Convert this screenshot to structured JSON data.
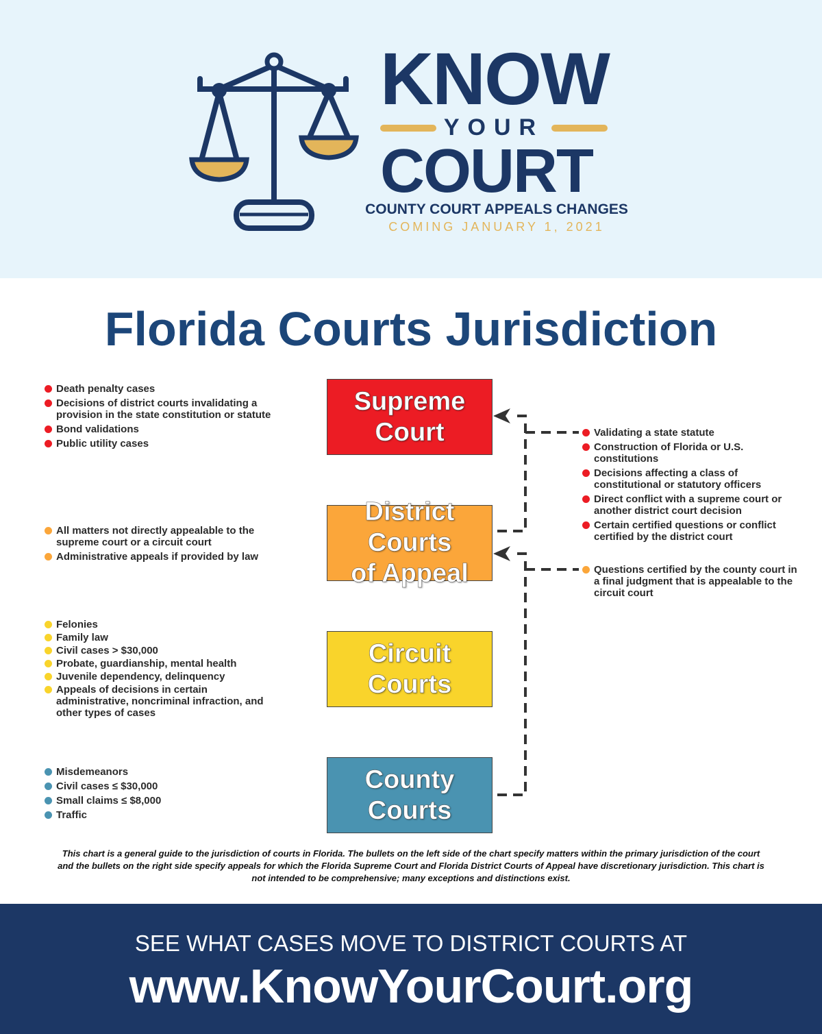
{
  "header": {
    "know": "KNOW",
    "your": "YOUR",
    "court": "COURT",
    "subtitle": "COUNTY COURT APPEALS CHANGES",
    "date": "COMING JANUARY 1, 2021",
    "logo": "scales-of-justice-icon"
  },
  "title": "Florida Courts Jurisdiction",
  "colors": {
    "navy": "#1c3765",
    "gold": "#e3b55a",
    "supreme": "#ec1c24",
    "district": "#fba63a",
    "circuit": "#f9d42b",
    "county": "#4a93b1"
  },
  "courts": [
    {
      "line1": "Supreme",
      "line2": "Court",
      "left": [
        "Death penalty cases",
        "Decisions of district courts invalidating a provision in the state constitution or statute",
        "Bond validations",
        "Public utility cases"
      ]
    },
    {
      "line1": "District Courts",
      "line2": "of Appeal",
      "left": [
        "All matters not directly appealable to the supreme court or a circuit court",
        "Administrative appeals if provided by law"
      ]
    },
    {
      "line1": "Circuit",
      "line2": "Courts",
      "left": [
        "Felonies",
        "Family law",
        "Civil cases > $30,000",
        "Probate, guardianship, mental health",
        "Juvenile dependency, delinquency",
        "Appeals of decisions in certain administrative, noncriminal infraction, and other types of cases"
      ]
    },
    {
      "line1": "County",
      "line2": "Courts",
      "left": [
        "Misdemeanors",
        "Civil cases ≤ $30,000",
        "Small claims ≤ $8,000",
        "Traffic"
      ]
    }
  ],
  "appeals_to_supreme": [
    "Validating a state statute",
    "Construction of Florida or U.S. constitutions",
    "Decisions affecting a class of constitutional or statutory officers",
    "Direct conflict with a supreme court or another district court decision",
    "Certain certified questions or conflict certified by the district court"
  ],
  "appeals_to_district": [
    "Questions certified by the county court in a final judgment that is appealable to the circuit court"
  ],
  "note": "This chart is a general guide to the jurisdiction of courts in Florida. The bullets on the left side of the chart specify matters within the primary jurisdiction of the court and the bullets on the right side specify appeals for which the Florida Supreme Court and Florida District Courts of Appeal have discretionary jurisdiction. This chart is not intended to be comprehensive; many exceptions and distinctions exist.",
  "footer": {
    "line1": "SEE WHAT CASES MOVE TO DISTRICT COURTS AT",
    "url": "www.KnowYourCourt.org"
  }
}
